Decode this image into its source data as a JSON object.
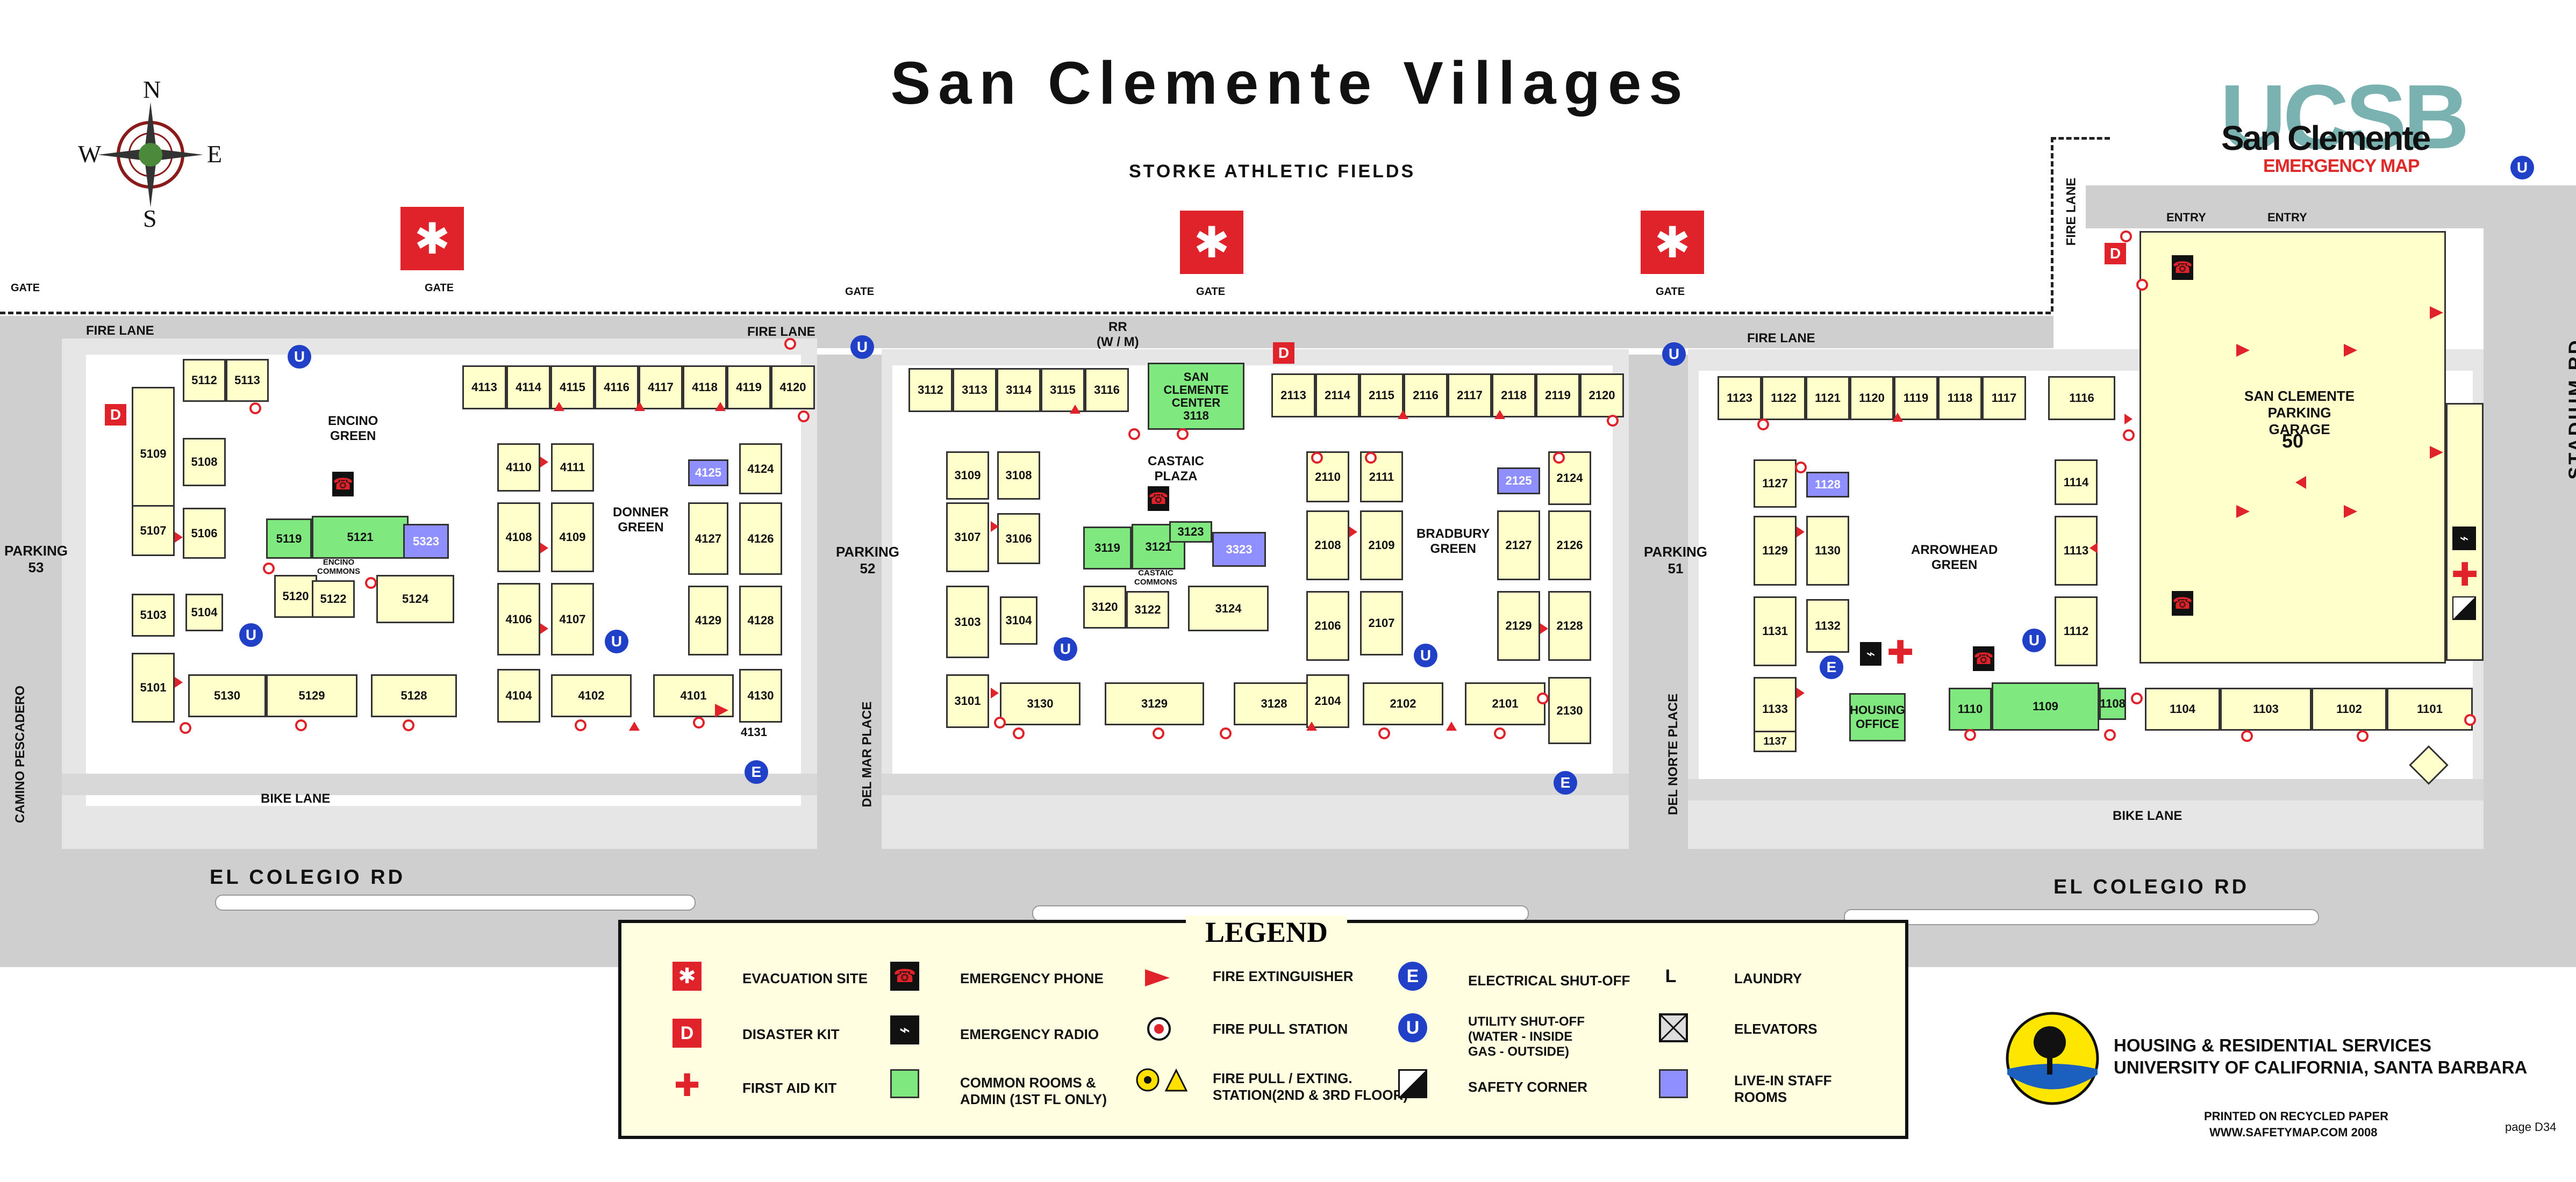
{
  "title": "San Clemente Villages",
  "logo": {
    "ucsb": "UCSB",
    "name": "San Clemente",
    "subtitle": "EMERGENCY MAP"
  },
  "compass": {
    "n": "N",
    "s": "S",
    "e": "E",
    "w": "W"
  },
  "labels": {
    "storke": "STORKE ATHLETIC FIELDS",
    "gate": "GATE",
    "fire_lane": "FIRE LANE",
    "bike_lane": "BIKE LANE",
    "el_colegio": "EL COLEGIO RD",
    "camino": "CAMINO PESCADERO",
    "del_mar": "DEL MAR PLACE",
    "del_norte": "DEL NORTE PLACE",
    "stadium": "STADIUM RD",
    "parking53": "PARKING\n53",
    "parking52": "PARKING\n52",
    "parking51": "PARKING\n51",
    "encino_green": "ENCINO\nGREEN",
    "donner_green": "DONNER\nGREEN",
    "castaic_plaza": "CASTAIC\nPLAZA",
    "bradbury_green": "BRADBURY\nGREEN",
    "arrowhead_green": "ARROWHEAD\nGREEN",
    "rr": "RR\n(W / M)",
    "sc_center": "SAN\nCLEMENTE\nCENTER\n3118",
    "garage": "SAN CLEMENTE\nPARKING\nGARAGE",
    "garage_num": "50",
    "entry": "ENTRY",
    "encino_commons": "ENCINO\nCOMMONS",
    "castaic_commons": "CASTAIC\nCOMMONS",
    "housing_office": "HOUSING\nOFFICE"
  },
  "legend": {
    "title": "LEGEND",
    "items": [
      {
        "sym": "evac",
        "text": "EVACUATION SITE"
      },
      {
        "sym": "D",
        "text": "DISASTER KIT"
      },
      {
        "sym": "+",
        "text": "FIRST AID KIT"
      },
      {
        "sym": "phone",
        "text": "EMERGENCY PHONE"
      },
      {
        "sym": "radio",
        "text": "EMERGENCY RADIO"
      },
      {
        "sym": "green",
        "text": "COMMON ROOMS &\nADMIN (1ST FL ONLY)"
      },
      {
        "sym": "ext",
        "text": "FIRE EXTINGUISHER"
      },
      {
        "sym": "pull",
        "text": "FIRE PULL STATION"
      },
      {
        "sym": "pullext",
        "text": "FIRE PULL / EXTING.\nSTATION(2ND & 3RD FLOOR)"
      },
      {
        "sym": "E",
        "text": "ELECTRICAL SHUT-OFF"
      },
      {
        "sym": "U",
        "text": "UTILITY SHUT-OFF\n(WATER - INSIDE\nGAS - OUTSIDE)"
      },
      {
        "sym": "safety",
        "text": "SAFETY CORNER"
      },
      {
        "sym": "L",
        "text": "LAUNDRY"
      },
      {
        "sym": "elev",
        "text": "ELEVATORS"
      },
      {
        "sym": "blue",
        "text": "LIVE-IN STAFF\nROOMS"
      }
    ]
  },
  "footer": {
    "hrs1": "HOUSING & RESIDENTIAL SERVICES",
    "hrs2": "UNIVERSITY OF CALIFORNIA, SANTA BARBARA",
    "printed1": "PRINTED ON RECYCLED PAPER",
    "printed2": "WWW.SAFETYMAP.COM  2008",
    "page": "page D34"
  },
  "buildings": {
    "b5112": "5112",
    "b5113": "5113",
    "b5109": "5109",
    "b5108": "5108",
    "b5107": "5107",
    "b5106": "5106",
    "b5119": "5119",
    "b5121": "5121",
    "b5323": "5323",
    "b5120": "5120",
    "b5122": "5122",
    "b5124": "5124",
    "b5103": "5103",
    "b5104": "5104",
    "b5101": "5101",
    "b5130": "5130",
    "b5129": "5129",
    "b5128": "5128",
    "b4113": "4113",
    "b4114": "4114",
    "b4115": "4115",
    "b4116": "4116",
    "b4117": "4117",
    "b4118": "4118",
    "b4119": "4119",
    "b4120": "4120",
    "b4110": "4110",
    "b4111": "4111",
    "b4108": "4108",
    "b4109": "4109",
    "b4106": "4106",
    "b4107": "4107",
    "b4104": "4104",
    "b4102": "4102",
    "b4101": "4101",
    "b4125": "4125",
    "b4124": "4124",
    "b4127": "4127",
    "b4126": "4126",
    "b4129": "4129",
    "b4128": "4128",
    "b4130": "4130",
    "b4131": "4131",
    "b3112": "3112",
    "b3113": "3113",
    "b3114": "3114",
    "b3115": "3115",
    "b3116": "3116",
    "b3109": "3109",
    "b3108": "3108",
    "b3107": "3107",
    "b3106": "3106",
    "b3103": "3103",
    "b3104": "3104",
    "b3101": "3101",
    "b3130": "3130",
    "b3129": "3129",
    "b3128": "3128",
    "b3119": "3119",
    "b3121": "3121",
    "b3123": "3123",
    "b3323": "3323",
    "b3120": "3120",
    "b3122": "3122",
    "b3124": "3124",
    "b2113": "2113",
    "b2114": "2114",
    "b2115": "2115",
    "b2116": "2116",
    "b2117": "2117",
    "b2118": "2118",
    "b2119": "2119",
    "b2120": "2120",
    "b2110": "2110",
    "b2111": "2111",
    "b2108": "2108",
    "b2109": "2109",
    "b2106": "2106",
    "b2107": "2107",
    "b2104": "2104",
    "b2102": "2102",
    "b2101": "2101",
    "b2125": "2125",
    "b2124": "2124",
    "b2127": "2127",
    "b2126": "2126",
    "b2129": "2129",
    "b2128": "2128",
    "b2130": "2130",
    "b1123": "1123",
    "b1122": "1122",
    "b1121": "1121",
    "b1120": "1120",
    "b1119": "1119",
    "b1118": "1118",
    "b1117": "1117",
    "b1116": "1116",
    "b1127": "1127",
    "b1128": "1128",
    "b1129": "1129",
    "b1130": "1130",
    "b1131": "1131",
    "b1132": "1132",
    "b1133": "1133",
    "b1137": "1137",
    "b1114": "1114",
    "b1113": "1113",
    "b1112": "1112",
    "b1110": "1110",
    "b1109": "1109",
    "b1108": "1108",
    "b1104": "1104",
    "b1103": "1103",
    "b1102": "1102",
    "b1101": "1101"
  },
  "colors": {
    "fire_red": "#e0222a",
    "common_green": "#7fe87f",
    "staff_blue": "#8f8fff",
    "building_yellow": "#ffffcc",
    "road_gray": "#cfcfcf",
    "ucsb_teal": "#7ab2b2"
  }
}
